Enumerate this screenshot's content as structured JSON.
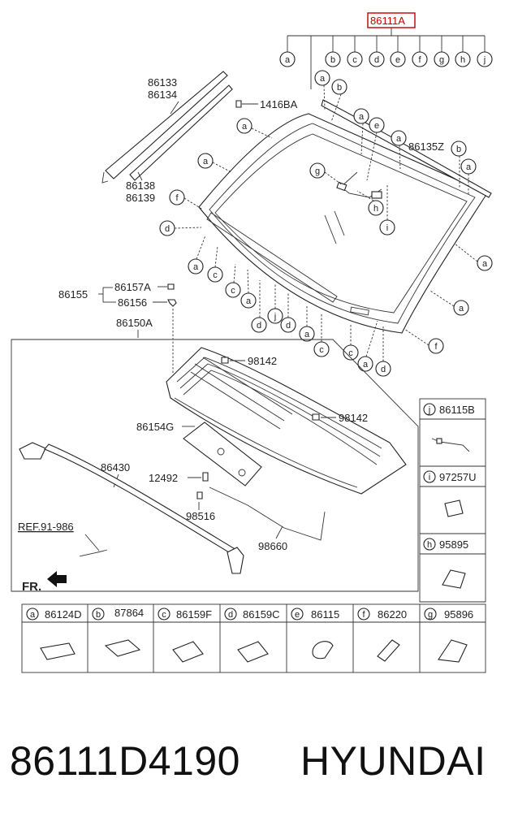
{
  "highlight_part": "86111A",
  "callouts": [
    "a",
    "b",
    "c",
    "d",
    "e",
    "f",
    "g",
    "h",
    "i",
    "j"
  ],
  "parts": {
    "molding_top": "86133",
    "molding_top2": "86134",
    "molding_bottom": "86138",
    "molding_bottom2": "86139",
    "clip": "1416BA",
    "strip": "86135Z",
    "cowl_group": "86155",
    "cowl_bolt": "86157A",
    "cowl_nut": "86156",
    "cowl_panel": "86150A",
    "grommet1": "98142",
    "grommet2": "98142",
    "cowl_cover": "86154G",
    "washer_hose_seal": "86430",
    "screw": "12492",
    "nozzle": "98516",
    "hose": "98660",
    "reference": "REF.91-986",
    "front_label": "FR."
  },
  "side_table": [
    {
      "key": "j",
      "part": "86115B"
    },
    {
      "key": "i",
      "part": "97257U"
    },
    {
      "key": "h",
      "part": "95895"
    }
  ],
  "bottom_table": [
    {
      "key": "a",
      "part": "86124D"
    },
    {
      "key": "b",
      "part": "87864"
    },
    {
      "key": "c",
      "part": "86159F"
    },
    {
      "key": "d",
      "part": "86159C"
    },
    {
      "key": "e",
      "part": "86115"
    },
    {
      "key": "f",
      "part": "86220"
    },
    {
      "key": "g",
      "part": "95896"
    }
  ],
  "footer": {
    "part_number": "86111D4190",
    "brand": "HYUNDAI"
  }
}
